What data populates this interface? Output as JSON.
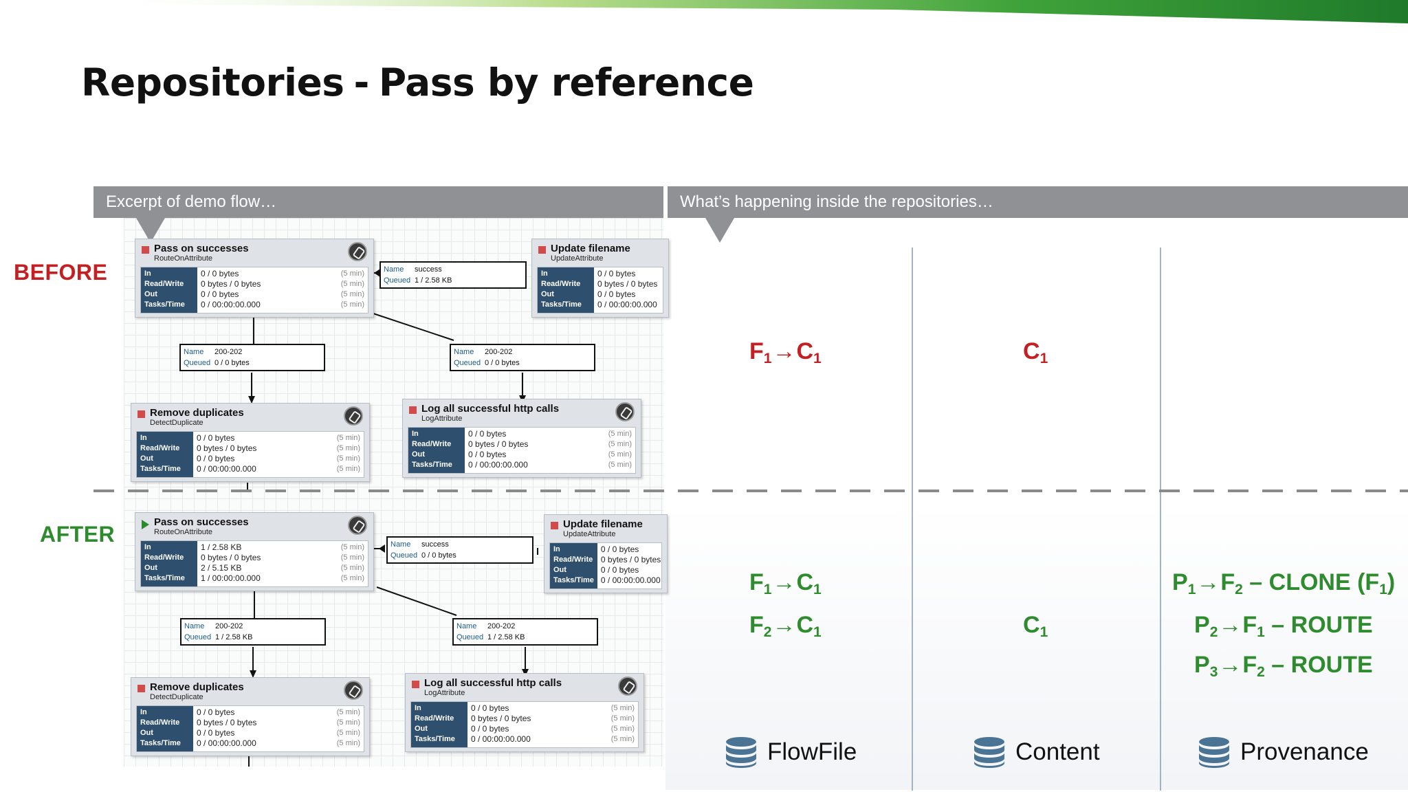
{
  "slide": {
    "title_left": "Repositories",
    "title_sep": "-",
    "title_right": "Pass by reference"
  },
  "colors": {
    "before": "#c41f22",
    "after": "#2e8b2e",
    "header_bar": "#8f9194",
    "accent_green": "#2f9e35"
  },
  "headers": {
    "left": "Excerpt of demo flow…",
    "right": "What’s happening inside the repositories…"
  },
  "labels": {
    "before": "BEFORE",
    "after": "AFTER"
  },
  "flow": {
    "stat_labels": [
      "In",
      "Read/Write",
      "Out",
      "Tasks/Time"
    ],
    "window": "(5 min)",
    "before": {
      "pass": {
        "name": "Pass on successes",
        "type": "RouteOnAttribute",
        "vals": [
          "0 / 0 bytes",
          "0 bytes / 0 bytes",
          "0 / 0 bytes",
          "0 / 00:00:00.000"
        ]
      },
      "update": {
        "name": "Update filename",
        "type": "UpdateAttribute",
        "vals": [
          "0 / 0 bytes",
          "0 bytes / 0 bytes",
          "0 / 0 bytes",
          "0 / 00:00:00.000"
        ]
      },
      "remove": {
        "name": "Remove duplicates",
        "type": "DetectDuplicate",
        "vals": [
          "0 / 0 bytes",
          "0 bytes / 0 bytes",
          "0 / 0 bytes",
          "0 / 00:00:00.000"
        ]
      },
      "log": {
        "name": "Log all successful http calls",
        "type": "LogAttribute",
        "vals": [
          "0 / 0 bytes",
          "0 bytes / 0 bytes",
          "0 / 0 bytes",
          "0 / 00:00:00.000"
        ]
      },
      "conn_success": {
        "name": "success",
        "queued": "1 / 2.58 KB"
      },
      "conn_left": {
        "name": "200-202",
        "queued": "0 / 0 bytes"
      },
      "conn_right": {
        "name": "200-202",
        "queued": "0 / 0 bytes"
      }
    },
    "after": {
      "pass": {
        "name": "Pass on successes",
        "type": "RouteOnAttribute",
        "vals": [
          "1 / 2.58 KB",
          "0 bytes / 0 bytes",
          "2 / 5.15 KB",
          "1 / 00:00:00.000"
        ]
      },
      "update": {
        "name": "Update filename",
        "type": "UpdateAttribute",
        "vals": [
          "0 / 0 bytes",
          "0 bytes / 0 bytes",
          "0 / 0 bytes",
          "0 / 00:00:00.000"
        ]
      },
      "remove": {
        "name": "Remove duplicates",
        "type": "DetectDuplicate",
        "vals": [
          "0 / 0 bytes",
          "0 bytes / 0 bytes",
          "0 / 0 bytes",
          "0 / 00:00:00.000"
        ]
      },
      "log": {
        "name": "Log all successful http calls",
        "type": "LogAttribute",
        "vals": [
          "0 / 0 bytes",
          "0 bytes / 0 bytes",
          "0 / 0 bytes",
          "0 / 00:00:00.000"
        ]
      },
      "conn_success": {
        "name": "success",
        "queued": "0 / 0 bytes"
      },
      "conn_left": {
        "name": "200-202",
        "queued": "1 / 2.58 KB"
      },
      "conn_right": {
        "name": "200-202",
        "queued": "1 / 2.58 KB"
      }
    },
    "conn_keys": {
      "name": "Name",
      "queued": "Queued"
    }
  },
  "repos": {
    "before": {
      "flowfile": [
        [
          "F",
          "1",
          "C",
          "1"
        ]
      ],
      "content": [
        [
          "C",
          "1"
        ]
      ],
      "provenance": []
    },
    "after": {
      "flowfile": [
        [
          "F",
          "1",
          "C",
          "1"
        ],
        [
          "F",
          "2",
          "C",
          "1"
        ]
      ],
      "content": [
        [
          "C",
          "1"
        ]
      ],
      "provenance": [
        [
          "P",
          "1",
          "F",
          "2",
          " – CLONE (F",
          "1",
          ")"
        ],
        [
          "P",
          "2",
          "F",
          "1",
          " – ROUTE",
          "",
          ""
        ],
        [
          "P",
          "3",
          "F",
          "2",
          " – ROUTE",
          "",
          ""
        ]
      ]
    },
    "arrow": "→",
    "footers": [
      "FlowFile",
      "Content",
      "Provenance"
    ]
  }
}
